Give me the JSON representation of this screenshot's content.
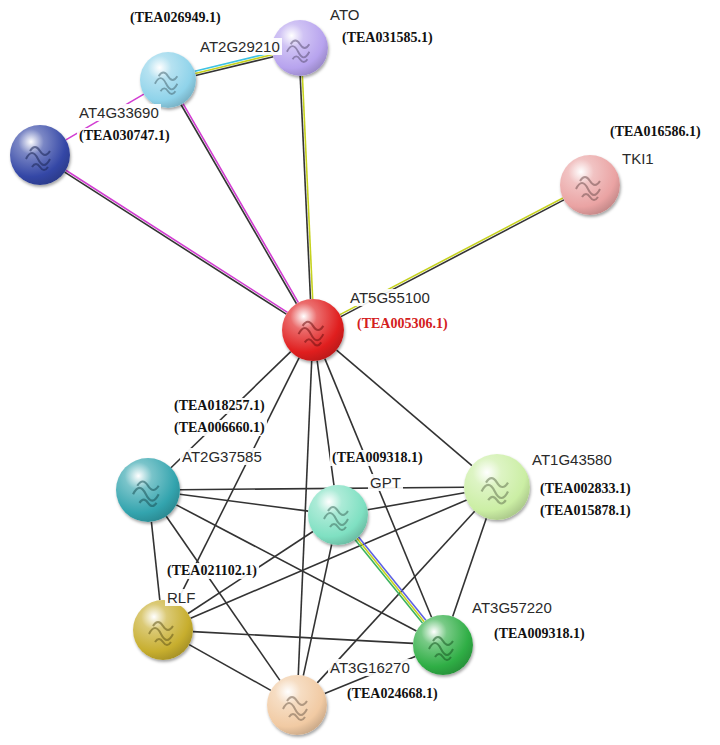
{
  "diagram": {
    "nodes": [
      {
        "text": [
          "ATO",
          "(TEA031585.1)"
        ]
      },
      {
        "text": [
          "(TEA026949.1)",
          "AT2G29210"
        ]
      },
      {
        "text": [
          "AT4G33690",
          "(TEA030747.1)"
        ]
      },
      {
        "text": [
          "(TEA016586.1)",
          "TKI1"
        ]
      },
      {
        "text": [
          "AT5G55100",
          "(TEA005306.1)"
        ]
      },
      {
        "text": [
          "(TEA018257.1)",
          "(TEA006660.1)",
          "AT2G37585"
        ]
      },
      {
        "text": [
          "AT1G43580",
          "(TEA002833.1)",
          "(TEA015878.1)"
        ]
      },
      {
        "text": [
          "(TEA009318.1)",
          "GPT"
        ]
      },
      {
        "text": [
          "(TEA021102.1)",
          "RLF"
        ]
      },
      {
        "text": [
          "AT3G57220",
          "(TEA009318.1)"
        ]
      },
      {
        "text": [
          "AT3G16270",
          "(TEA024668.1)"
        ]
      }
    ],
    "edges": [
      {
        "from": 1,
        "to": 0,
        "arrow": "none"
      },
      {
        "from": 1,
        "to": 2,
        "arrow": "none"
      },
      {
        "from": 1,
        "to": 4,
        "arrow": "none"
      },
      {
        "from": 2,
        "to": 4,
        "arrow": "none"
      },
      {
        "from": 0,
        "to": 4,
        "arrow": "none"
      },
      {
        "from": 4,
        "to": 3,
        "arrow": "none"
      },
      {
        "from": 4,
        "to": 5,
        "arrow": "none"
      },
      {
        "from": 4,
        "to": 6,
        "arrow": "none"
      },
      {
        "from": 4,
        "to": 7,
        "arrow": "none"
      },
      {
        "from": 4,
        "to": 8,
        "arrow": "none"
      },
      {
        "from": 4,
        "to": 9,
        "arrow": "none"
      },
      {
        "from": 4,
        "to": 10,
        "arrow": "none"
      },
      {
        "from": 5,
        "to": 6,
        "arrow": "none"
      },
      {
        "from": 5,
        "to": 7,
        "arrow": "none"
      },
      {
        "from": 5,
        "to": 8,
        "arrow": "none"
      },
      {
        "from": 5,
        "to": 9,
        "arrow": "none"
      },
      {
        "from": 5,
        "to": 10,
        "arrow": "none"
      },
      {
        "from": 6,
        "to": 7,
        "arrow": "none"
      },
      {
        "from": 6,
        "to": 8,
        "arrow": "none"
      },
      {
        "from": 6,
        "to": 9,
        "arrow": "none"
      },
      {
        "from": 6,
        "to": 10,
        "arrow": "none"
      },
      {
        "from": 7,
        "to": 8,
        "arrow": "none"
      },
      {
        "from": 7,
        "to": 9,
        "arrow": "none"
      },
      {
        "from": 7,
        "to": 10,
        "arrow": "none"
      },
      {
        "from": 8,
        "to": 9,
        "arrow": "none"
      },
      {
        "from": 8,
        "to": 10,
        "arrow": "none"
      },
      {
        "from": 9,
        "to": 10,
        "arrow": "none"
      }
    ]
  }
}
